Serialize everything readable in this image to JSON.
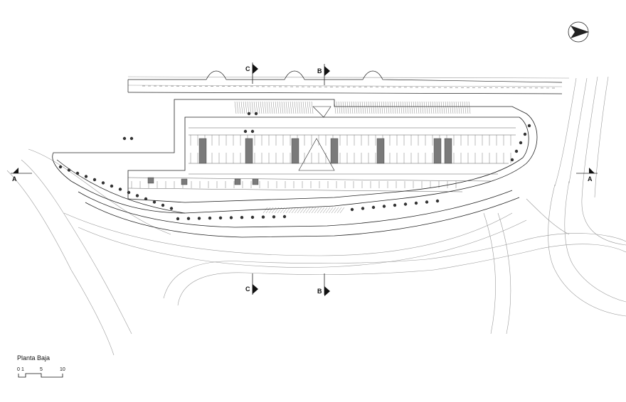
{
  "drawing": {
    "title": "Planta Baja",
    "sections": {
      "a": "A",
      "b": "B",
      "c": "C"
    },
    "scale": {
      "zero": "0",
      "one": "1",
      "five": "5",
      "ten": "10"
    },
    "north_arrow_icon": "north-arrow-icon",
    "colors": {
      "line": "#222222",
      "light_line": "#9a9a9a",
      "fill_gray": "#7a7a7a",
      "dark_fill": "#333333"
    }
  }
}
